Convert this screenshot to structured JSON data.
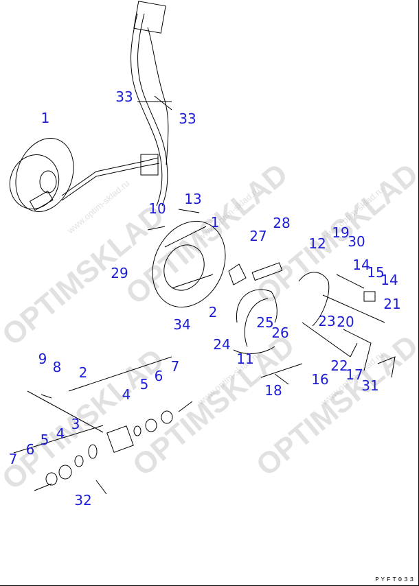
{
  "labels": [
    "1",
    "33",
    "33",
    "13",
    "10",
    "1",
    "28",
    "27",
    "12",
    "19",
    "30",
    "14",
    "15",
    "14",
    "29",
    "21",
    "2",
    "25",
    "26",
    "23",
    "20",
    "34",
    "24",
    "11",
    "22",
    "9",
    "8",
    "2",
    "7",
    "6",
    "5",
    "4",
    "17",
    "16",
    "31",
    "18",
    "3",
    "5",
    "4",
    "6",
    "7",
    "32"
  ],
  "watermark": {
    "brand": "OPTIMSKLAD",
    "url": "www.optim-sklad.ru"
  },
  "drawing_code": "PYFT033"
}
